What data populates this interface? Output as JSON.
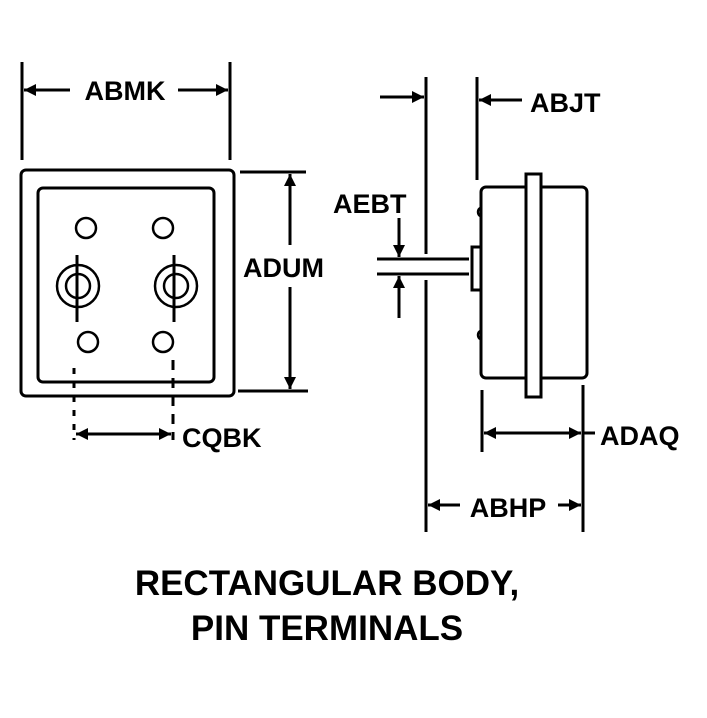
{
  "dimensions": {
    "abmk": "ABMK",
    "adum": "ADUM",
    "cqbk": "CQBK",
    "aebt": "AEBT",
    "abjt": "ABJT",
    "adaq": "ADAQ",
    "abhp": "ABHP"
  },
  "title": {
    "line1": "RECTANGULAR BODY,",
    "line2": "PIN TERMINALS"
  },
  "colors": {
    "ink": "#000000",
    "background": "#ffffff"
  }
}
